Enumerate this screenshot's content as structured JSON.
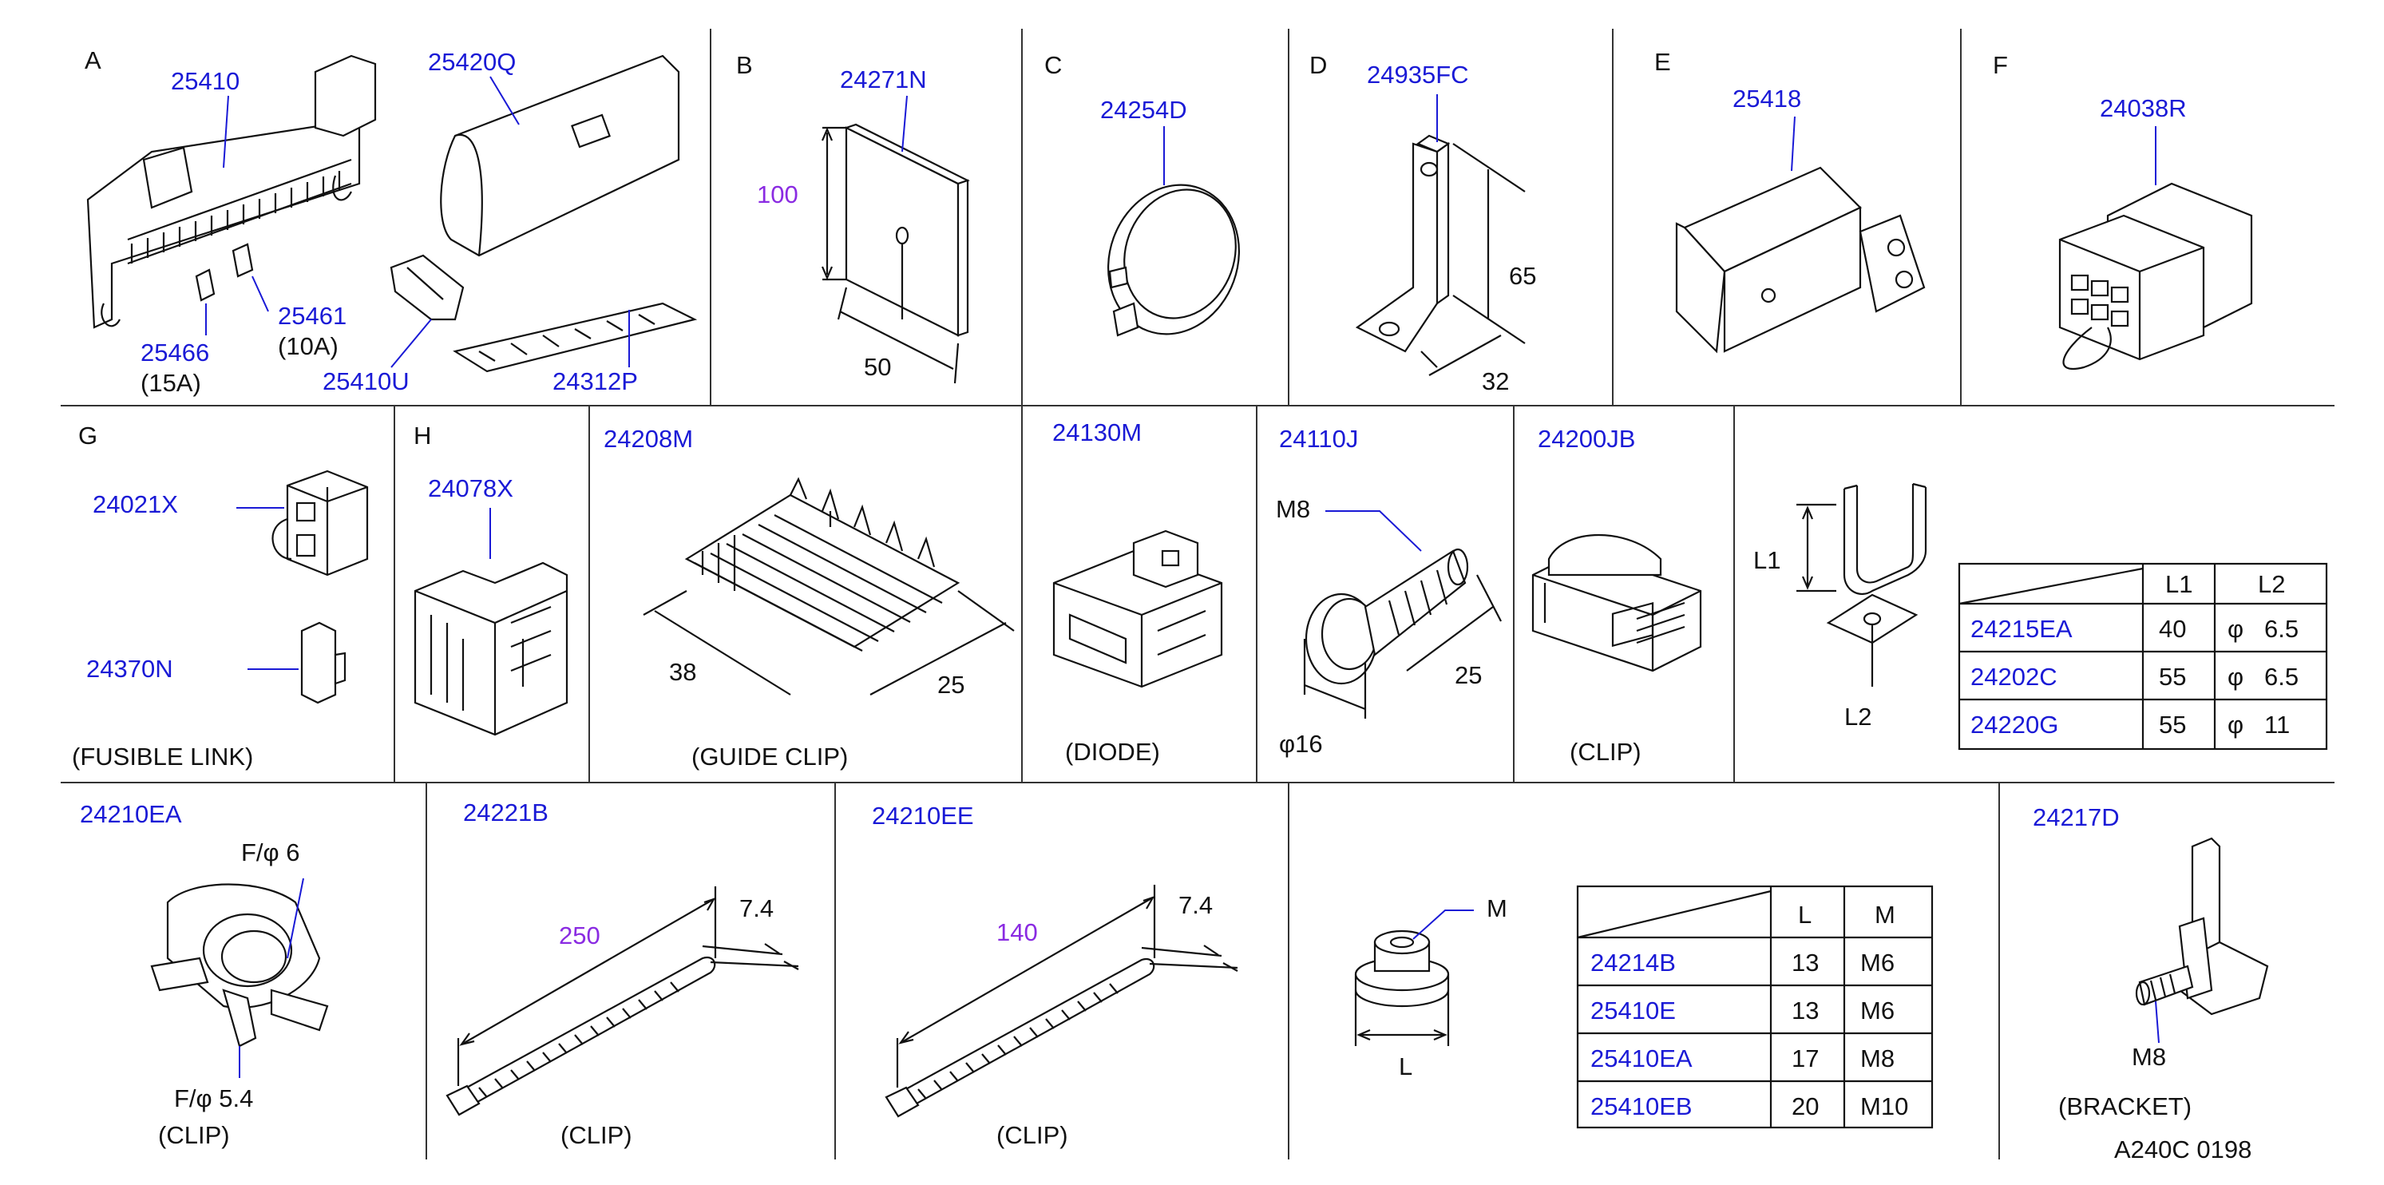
{
  "panels": {
    "A": {
      "letter": "A",
      "parts": [
        "25410",
        "25420Q",
        "25461",
        "25466",
        "25410U",
        "24312P"
      ],
      "notes": [
        "(10A)",
        "(15A)"
      ]
    },
    "B": {
      "letter": "B",
      "part": "24271N",
      "dims": [
        "100",
        "50"
      ]
    },
    "C": {
      "letter": "C",
      "part": "24254D"
    },
    "D": {
      "letter": "D",
      "part": "24935FC",
      "dims": [
        "65",
        "32"
      ]
    },
    "E": {
      "letter": "E",
      "part": "25418"
    },
    "F": {
      "letter": "F",
      "part": "24038R"
    },
    "G": {
      "letter": "G",
      "parts": [
        "24021X",
        "24370N"
      ],
      "caption": "(FUSIBLE   LINK)"
    },
    "H": {
      "letter": "H",
      "part": "24078X"
    },
    "guide": {
      "part": "24208M",
      "dims": [
        "38",
        "25"
      ],
      "caption": "(GUIDE   CLIP)"
    },
    "diode": {
      "part": "24130M",
      "caption": "(DIODE)"
    },
    "bolt": {
      "part": "24110J",
      "thread": "M8",
      "dims": [
        "25",
        "φ16"
      ]
    },
    "clip1": {
      "part": "24200JB",
      "caption": "(CLIP)"
    },
    "bracket_table": {
      "labels": {
        "L1": "L1",
        "L2": "L2"
      },
      "headers": [
        "L1",
        "L2"
      ],
      "rows": [
        {
          "part": "24215EA",
          "l1": "40",
          "phi": "φ",
          "l2": "6.5"
        },
        {
          "part": "24202C",
          "l1": "55",
          "phi": "φ",
          "l2": "6.5"
        },
        {
          "part": "24220G",
          "l1": "55",
          "phi": "φ",
          "l2": "11"
        }
      ]
    },
    "clip2": {
      "part": "24210EA",
      "top": "F/φ   6",
      "bottom": "F/φ   5.4",
      "caption": "(CLIP)"
    },
    "tie1": {
      "part": "24221B",
      "length": "250",
      "width": "7.4",
      "caption": "(CLIP)"
    },
    "tie2": {
      "part": "24210EE",
      "length": "140",
      "width": "7.4",
      "caption": "(CLIP)"
    },
    "nut_table": {
      "labels": {
        "M": "M",
        "L": "L"
      },
      "headers": [
        "L",
        "M"
      ],
      "rows": [
        {
          "part": "24214B",
          "l": "13",
          "m": "M6"
        },
        {
          "part": "25410E",
          "l": "13",
          "m": "M6"
        },
        {
          "part": "25410EA",
          "l": "17",
          "m": "M8"
        },
        {
          "part": "25410EB",
          "l": "20",
          "m": "M10"
        }
      ]
    },
    "bracket2": {
      "part": "24217D",
      "thread": "M8",
      "caption": "(BRACKET)"
    }
  },
  "footer": {
    "code": "A240C   0198"
  }
}
